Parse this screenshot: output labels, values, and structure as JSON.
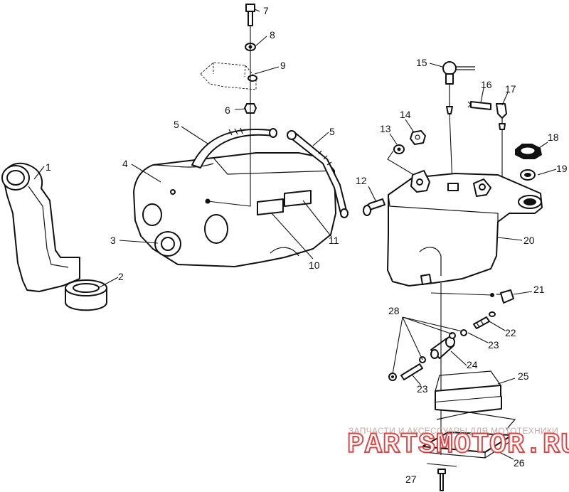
{
  "diagram": {
    "callouts": [
      "1",
      "2",
      "3",
      "4",
      "5",
      "5",
      "6",
      "7",
      "8",
      "9",
      "10",
      "11",
      "12",
      "13",
      "14",
      "15",
      "16",
      "17",
      "18",
      "19",
      "20",
      "21",
      "22",
      "23",
      "23",
      "24",
      "25",
      "26",
      "27",
      "28"
    ]
  },
  "watermark": {
    "caption": "ЗАПЧАСТИ И АКСЕССУАРЫ ДЛЯ МОТОТЕХНИКИ",
    "logo": "PARTSMOTOR.RU",
    "color": "#e03a3a"
  }
}
